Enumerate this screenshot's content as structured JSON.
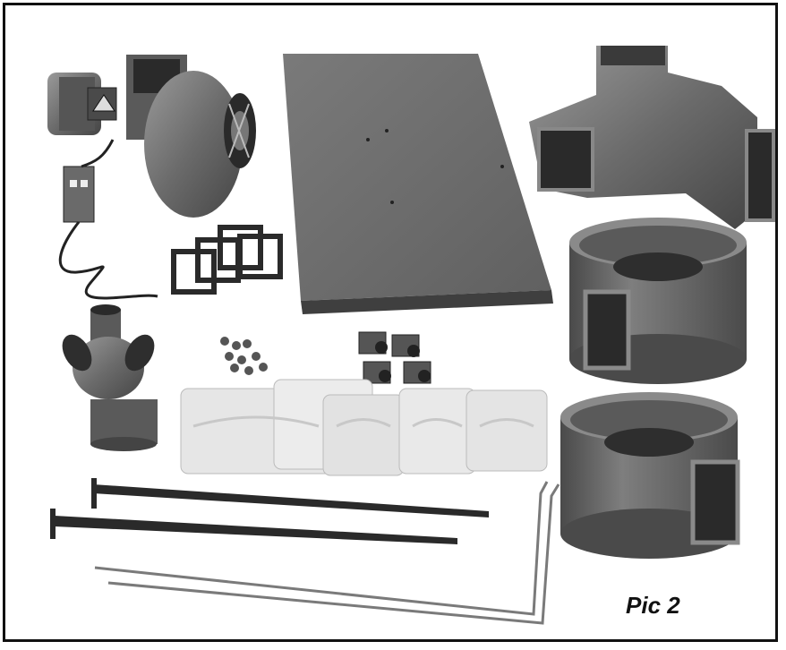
{
  "figure": {
    "caption": "Pic 2",
    "colors": {
      "frame": "#111111",
      "metal": "#6b6b6b",
      "metal_dark": "#3f3f3f",
      "metal_light": "#9a9a9a",
      "bag": "#e6e6e6"
    }
  },
  "parts": [
    {
      "name": "blower-motor",
      "icon": "blower-with-motor"
    },
    {
      "name": "control-switch-box",
      "icon": "switch-box-with-cord"
    },
    {
      "name": "gaskets",
      "icon": "square-gaskets"
    },
    {
      "name": "base-board",
      "icon": "flat-panel"
    },
    {
      "name": "y-duct",
      "icon": "rectangular-y-duct"
    },
    {
      "name": "collector-drum-upper",
      "icon": "drum-with-inlet"
    },
    {
      "name": "collector-drum-lower",
      "icon": "drum-with-inlet"
    },
    {
      "name": "y-fitting",
      "icon": "round-y-fitting"
    },
    {
      "name": "hardware-bolts",
      "icon": "bolt-pile"
    },
    {
      "name": "casters",
      "icon": "four-casters"
    },
    {
      "name": "filter-bags",
      "icon": "bagged-filters"
    },
    {
      "name": "support-arms",
      "icon": "flat-bars"
    },
    {
      "name": "support-rods",
      "icon": "bent-rods"
    }
  ]
}
